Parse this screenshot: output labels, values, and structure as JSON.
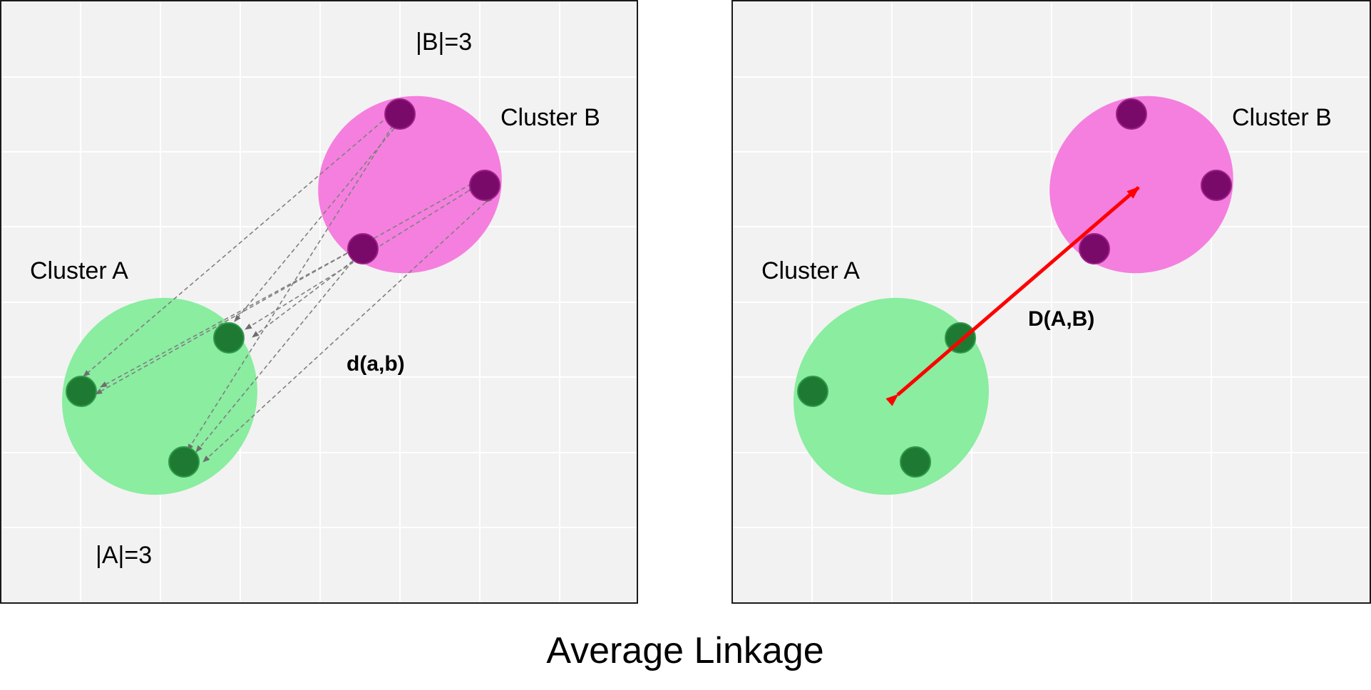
{
  "colors": {
    "panel_background": "#f2f2f2",
    "cluster_a_fill": "#8aeda0",
    "cluster_a_point": "#1e7a32",
    "cluster_b_fill": "#f57fde",
    "cluster_b_point": "#7a0a6a",
    "pairwise_line": "#7f7f7f",
    "centroid_arrow": "#ff0000"
  },
  "left_panel": {
    "cluster_a_label": "Cluster A",
    "cluster_b_label": "Cluster B",
    "cluster_a_size_label": "|A|=3",
    "cluster_b_size_label": "|B|=3",
    "pairwise_distance_label": "d(a,b)"
  },
  "right_panel": {
    "cluster_a_label": "Cluster A",
    "cluster_b_label": "Cluster B",
    "cluster_distance_label": "D(A,B)"
  },
  "caption": "Average Linkage"
}
